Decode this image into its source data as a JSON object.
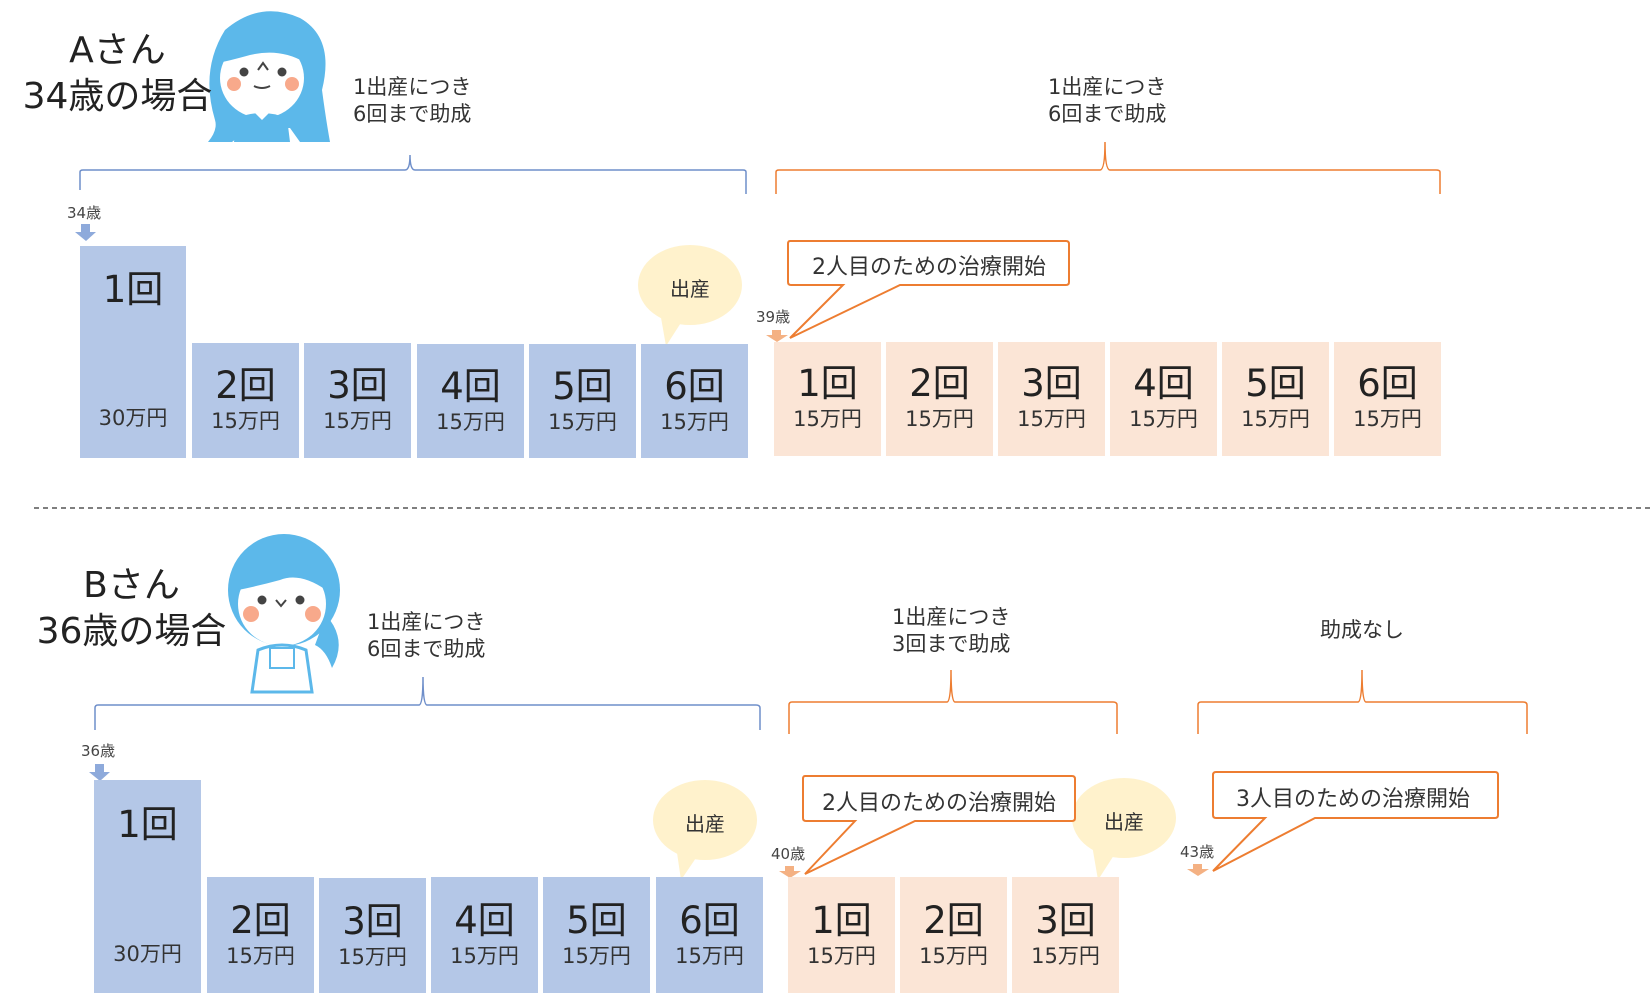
{
  "colors": {
    "blue_block": "#b4c7e7",
    "peach_block": "#fbe5d6",
    "blue_bracket": "#6f8fca",
    "orange": "#ed7d31",
    "bubble": "#fff2cc",
    "avatar": "#5cb8ea",
    "divider": "#555555"
  },
  "case_a": {
    "title_line1": "Aさん",
    "title_line2": "34歳の場合",
    "bracket1_line1": "1出産につき",
    "bracket1_line2": "6回まで助成",
    "bracket2_line1": "1出産につき",
    "bracket2_line2": "6回まで助成",
    "start_age": "34歳",
    "second_age": "39歳",
    "birth_label": "出産",
    "callout": "2人目のための治療開始",
    "first_round": [
      {
        "label": "1回",
        "amount": "30万円"
      },
      {
        "label": "2回",
        "amount": "15万円"
      },
      {
        "label": "3回",
        "amount": "15万円"
      },
      {
        "label": "4回",
        "amount": "15万円"
      },
      {
        "label": "5回",
        "amount": "15万円"
      },
      {
        "label": "6回",
        "amount": "15万円"
      }
    ],
    "second_round": [
      {
        "label": "1回",
        "amount": "15万円"
      },
      {
        "label": "2回",
        "amount": "15万円"
      },
      {
        "label": "3回",
        "amount": "15万円"
      },
      {
        "label": "4回",
        "amount": "15万円"
      },
      {
        "label": "5回",
        "amount": "15万円"
      },
      {
        "label": "6回",
        "amount": "15万円"
      }
    ]
  },
  "case_b": {
    "title_line1": "Bさん",
    "title_line2": "36歳の場合",
    "bracket1_line1": "1出産につき",
    "bracket1_line2": "6回まで助成",
    "bracket2_line1": "1出産につき",
    "bracket2_line2": "3回まで助成",
    "bracket3_label": "助成なし",
    "start_age": "36歳",
    "second_age": "40歳",
    "third_age": "43歳",
    "birth_label_1": "出産",
    "birth_label_2": "出産",
    "callout_1": "2人目のための治療開始",
    "callout_2": "3人目のための治療開始",
    "first_round": [
      {
        "label": "1回",
        "amount": "30万円"
      },
      {
        "label": "2回",
        "amount": "15万円"
      },
      {
        "label": "3回",
        "amount": "15万円"
      },
      {
        "label": "4回",
        "amount": "15万円"
      },
      {
        "label": "5回",
        "amount": "15万円"
      },
      {
        "label": "6回",
        "amount": "15万円"
      }
    ],
    "second_round": [
      {
        "label": "1回",
        "amount": "15万円"
      },
      {
        "label": "2回",
        "amount": "15万円"
      },
      {
        "label": "3回",
        "amount": "15万円"
      }
    ]
  }
}
